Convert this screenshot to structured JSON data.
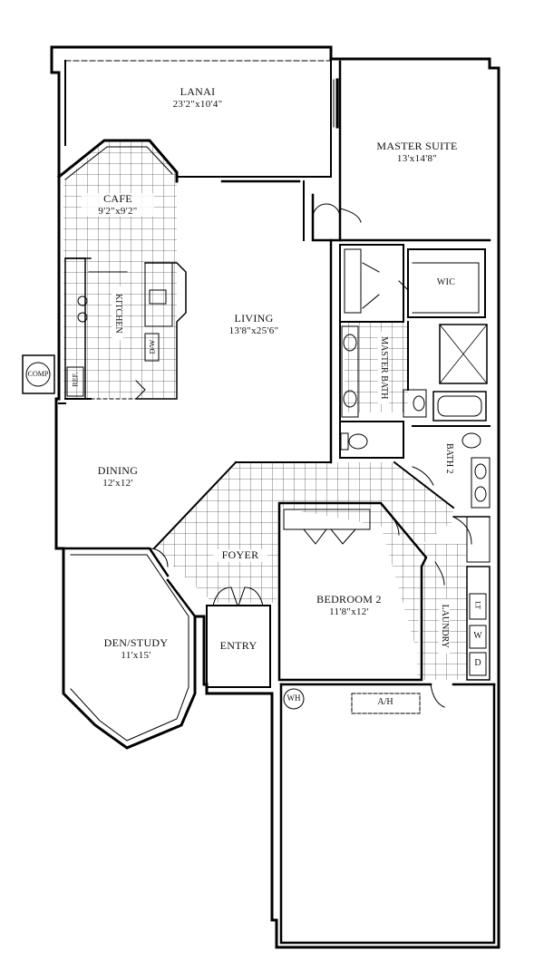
{
  "rooms": {
    "lanai": {
      "name": "LANAI",
      "dim": "23'2\"x10'4\""
    },
    "master_suite": {
      "name": "MASTER SUITE",
      "dim": "13'x14'8\""
    },
    "cafe": {
      "name": "CAFE",
      "dim": "9'2\"x9'2\""
    },
    "kitchen": {
      "name": "KITCHEN"
    },
    "living": {
      "name": "LIVING",
      "dim": "13'8\"x25'6\""
    },
    "wic": {
      "name": "WIC"
    },
    "master_bath": {
      "name": "MASTER BATH"
    },
    "bath2": {
      "name": "BATH 2"
    },
    "dining": {
      "name": "DINING",
      "dim": "12'x12'"
    },
    "foyer": {
      "name": "FOYER"
    },
    "bedroom2": {
      "name": "BEDROOM 2",
      "dim": "11'8\"x12'"
    },
    "laundry": {
      "name": "LAUNDRY"
    },
    "den": {
      "name": "DEN/STUDY",
      "dim": "11'x15'"
    },
    "entry": {
      "name": "ENTRY"
    }
  },
  "fixtures": {
    "comp": "COMP",
    "ref": "REF.",
    "dw": "D/W",
    "wh": "WH",
    "ah": "A/H",
    "washer": "W",
    "dryer": "D",
    "laundry_tub": "LT"
  }
}
